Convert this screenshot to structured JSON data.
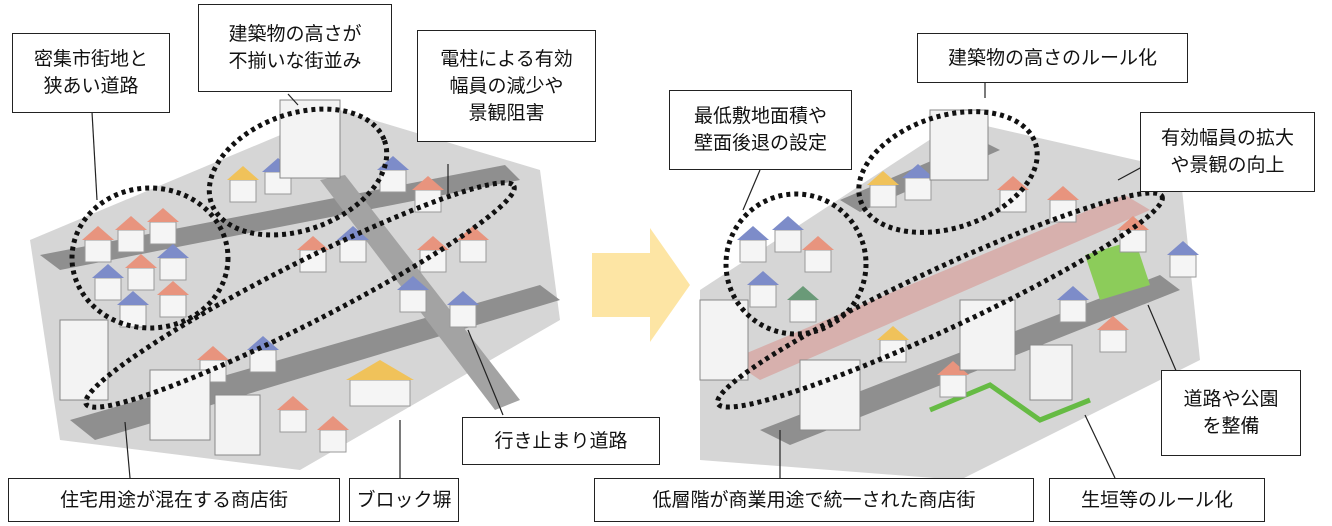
{
  "before": {
    "labels": {
      "dense_area": "密集市街地と\n狭あい道路",
      "height": "建築物の高さが\n不揃いな街並み",
      "pole": "電柱による有効\n幅員の減少や\n景観阻害",
      "dead_end": "行き止まり道路",
      "mixed_use": "住宅用途が混在する商店街",
      "block_wall": "ブロック塀"
    }
  },
  "after": {
    "labels": {
      "height_rule": "建築物の高さのルール化",
      "min_lot": "最低敷地面積や\n壁面後退の設定",
      "width": "有効幅員の拡大\nや景観の向上",
      "road_park": "道路や公園\nを整備",
      "low_floor": "低層階が商業用途で統一された商店街",
      "hedge": "生垣等のルール化"
    }
  },
  "colors": {
    "arrow": "#fde5a4",
    "road": "#8f8f8f",
    "ground": "#d8d8d8",
    "roof_red": "#e8947e",
    "roof_blue": "#7d8cc9",
    "roof_yellow": "#f0c25a",
    "green": "#8ccc5a"
  }
}
